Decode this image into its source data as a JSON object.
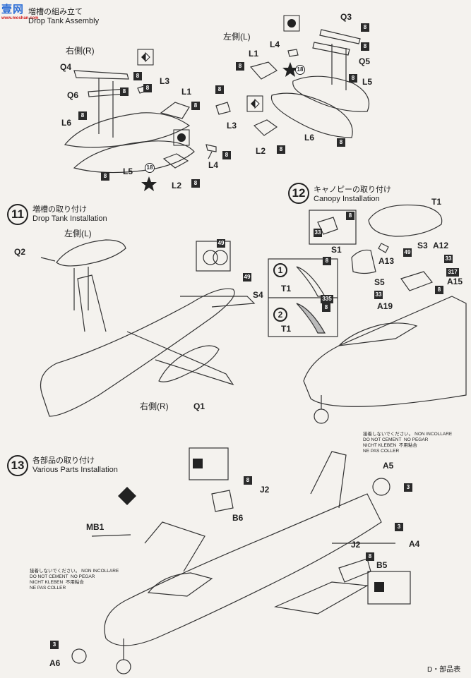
{
  "watermark": {
    "main": "壹网",
    "sub": "www.moshan.com"
  },
  "step_drop_tank_assembly": {
    "title_jp": "増槽の組み立て",
    "title_en": "Drop Tank Assembly",
    "right_side": "右側(R)",
    "left_side": "左側(L)"
  },
  "step11": {
    "number": "11",
    "title_jp": "増槽の取り付け",
    "title_en": "Drop Tank Installation",
    "left_side": "左側(L)",
    "right_side": "右側(R)"
  },
  "step12": {
    "number": "12",
    "title_jp": "キャノピーの取り付け",
    "title_en": "Canopy Installation"
  },
  "step13": {
    "number": "13",
    "title_jp": "各部品の取り付け",
    "title_en": "Various Parts Installation"
  },
  "cement_warning": {
    "line1_jp": "接着しないでください。",
    "line2": "DO NOT CEMENT",
    "line3": "NICHT KLEBEN",
    "line4": "NE PAS COLLER",
    "line1_it": "NON INCOLLARE",
    "line2_es": "NO PEGAR",
    "line3_cn": "不用粘合"
  },
  "parts_tank": {
    "Q4": "Q4",
    "Q6": "Q6",
    "L3": "L3",
    "L1": "L1",
    "L6": "L6",
    "L5": "L5",
    "L2": "L2",
    "L4": "L4",
    "Q3": "Q3",
    "Q5": "Q5",
    "L4b": "L4",
    "L1b": "L1",
    "L5b": "L5",
    "L3b": "L3",
    "L6b": "L6",
    "L2b": "L2"
  },
  "parts11": {
    "Q2": "Q2",
    "Q1": "Q1",
    "S4": "S4"
  },
  "parts12": {
    "T1": "T1",
    "S1": "S1",
    "S3": "S3",
    "A12": "A12",
    "A13": "A13",
    "S5": "S5",
    "A15": "A15",
    "A19": "A19",
    "T1a": "T1",
    "T1b": "T1",
    "opt1": "1",
    "opt2": "2"
  },
  "parts13": {
    "J2": "J2",
    "B6": "B6",
    "MB1": "MB1",
    "A5": "A5",
    "A4": "A4",
    "J2b": "J2",
    "B5": "B5",
    "A6": "A6"
  },
  "badges": {
    "b8": "8",
    "b3": "3",
    "b49": "49",
    "b33": "33",
    "b335": "335",
    "b317": "317",
    "b18": "18"
  },
  "footer_text": "D・部品表"
}
